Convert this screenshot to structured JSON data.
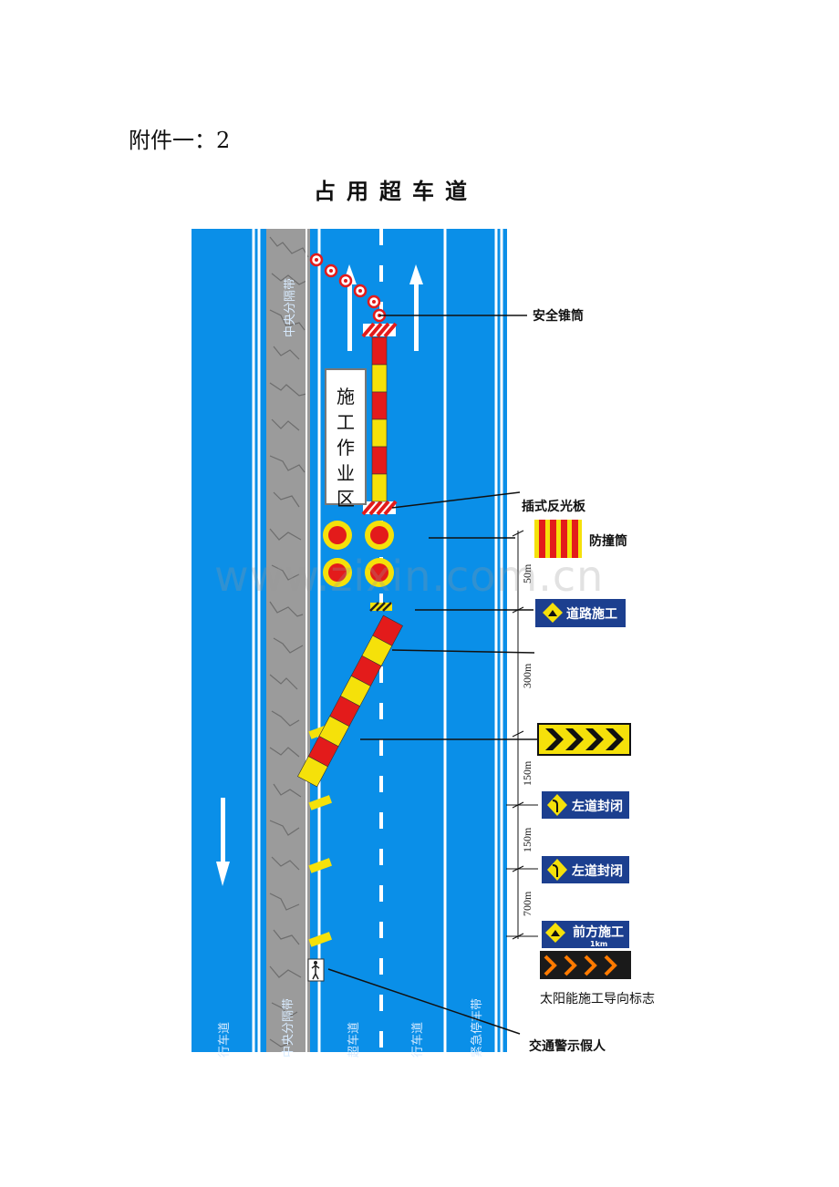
{
  "header": {
    "annex": "附件一：2",
    "title": "占用超车道"
  },
  "road": {
    "median_label": "中央分隔带",
    "zone_label": [
      "施",
      "工",
      "作",
      "业",
      "区"
    ],
    "bottom_labels": [
      "行车道",
      "中央分隔带",
      "超车道",
      "行车道",
      "紧急停车带"
    ]
  },
  "callouts": {
    "cone": "安全锥筒",
    "reflector": "插式反光板",
    "barrel": "防撞筒",
    "traffic_controller": "交通警示假人"
  },
  "signs": {
    "road_work": "道路施工",
    "left_closed_1": "左道封闭",
    "left_closed_2": "左道封闭",
    "ahead_work": "前方施工",
    "ahead_work_dist": "1km",
    "solar_caption": "太阳能施工导向标志"
  },
  "dimensions": {
    "d1": "50m",
    "d2": "300m",
    "d3": "150m",
    "d4": "150m",
    "d5": "700m"
  },
  "watermark": "www.zixin.com.cn",
  "colors": {
    "road": "#0a8fe8",
    "median": "#9b9b9b",
    "red": "#e31b1b",
    "yellow": "#f5e10a",
    "sign_blue": "#1c3f8f"
  }
}
